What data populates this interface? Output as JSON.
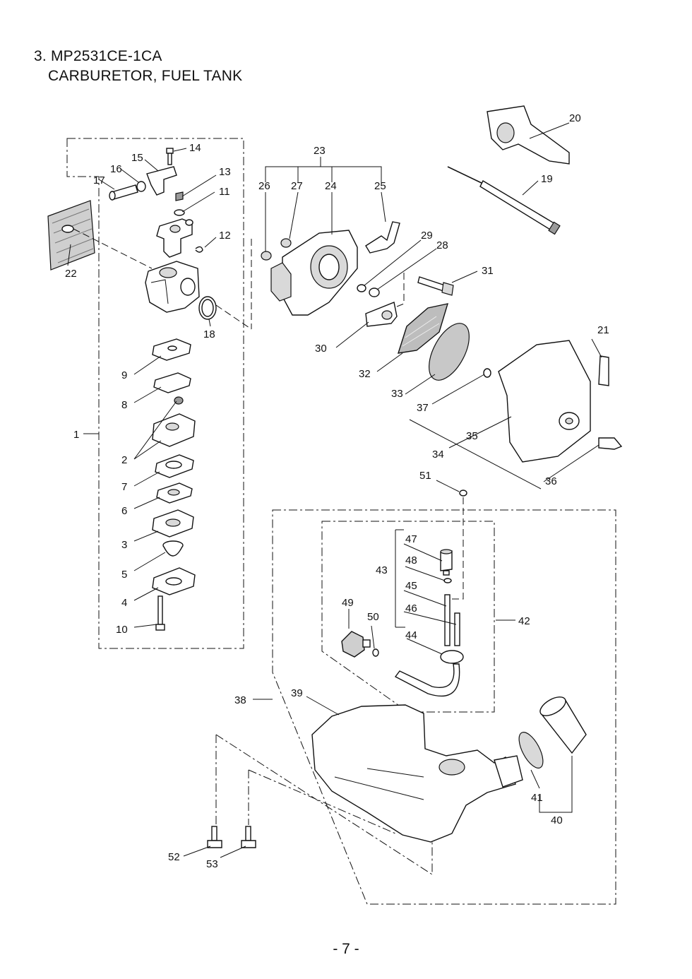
{
  "header": {
    "title_line1": "3. MP2531CE-1CA",
    "title_line2": "CARBURETOR, FUEL TANK"
  },
  "footer": {
    "page_number": "- 7 -"
  },
  "callouts": [
    "1",
    "2",
    "3",
    "4",
    "5",
    "6",
    "7",
    "8",
    "9",
    "10",
    "11",
    "12",
    "13",
    "14",
    "15",
    "16",
    "17",
    "18",
    "19",
    "20",
    "21",
    "22",
    "23",
    "24",
    "25",
    "26",
    "27",
    "28",
    "29",
    "30",
    "31",
    "32",
    "33",
    "34",
    "35",
    "36",
    "37",
    "38",
    "39",
    "40",
    "41",
    "42",
    "43",
    "44",
    "45",
    "46",
    "47",
    "48",
    "49",
    "50",
    "51",
    "52",
    "53"
  ]
}
